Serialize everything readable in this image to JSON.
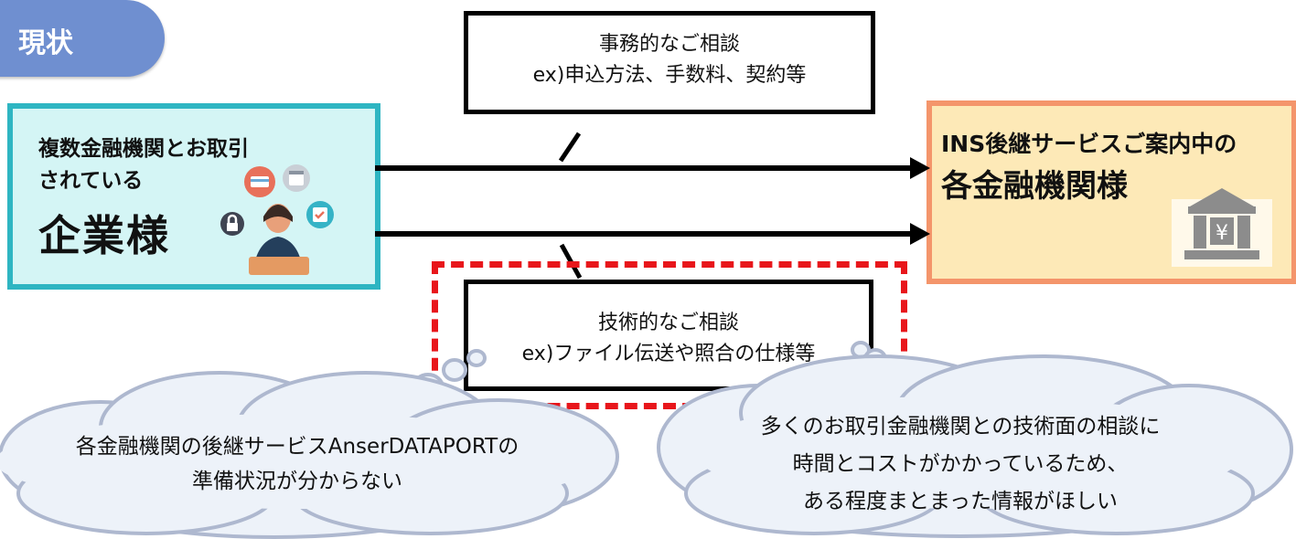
{
  "tab": {
    "label": "現状"
  },
  "company": {
    "line1": "複数金融機関とお取引",
    "line2": "されている",
    "line3": "企業様"
  },
  "bank": {
    "line1": "INS後継サービスご案内中の",
    "line2": "各金融機関様",
    "icon": "bank-yen-icon"
  },
  "consult_top": {
    "line1": "事務的なご相談",
    "line2": "ex)申込方法、手数料、契約等"
  },
  "consult_bottom": {
    "line1": "技術的なご相談",
    "line2": "ex)ファイル伝送や照合の仕様等"
  },
  "cloud_left": {
    "line1": "各金融機関の後継サービスAnserDATAPORTの",
    "line2": "準備状況が分からない"
  },
  "cloud_right": {
    "line1": "多くのお取引金融機関との技術面の相談に",
    "line2": "時間とコストがかかっているため、",
    "line3": "ある程度まとまった情報がほしい"
  },
  "colors": {
    "tab": "#6f8fd0",
    "company_fill": "#d4f5f5",
    "company_border": "#2eb5c2",
    "bank_fill": "#fde9b7",
    "bank_border": "#f4956b",
    "highlight_dash": "#e8161b",
    "cloud_fill": "#edf2f9",
    "cloud_border": "#aeb8cf"
  }
}
